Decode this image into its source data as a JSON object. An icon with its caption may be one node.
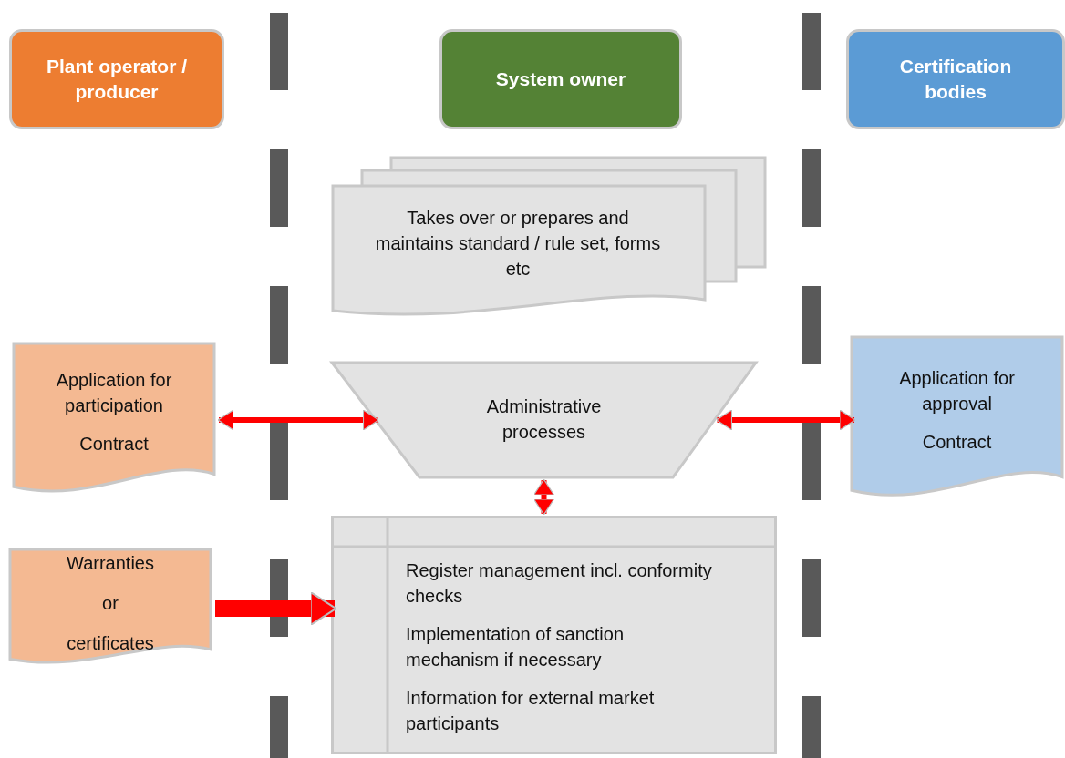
{
  "diagram": {
    "nodes": [
      {
        "text": [
          "Plant operator / producer"
        ]
      },
      {
        "text": [
          "System owner"
        ]
      },
      {
        "text": [
          "Certification bodies"
        ]
      },
      {
        "text": [
          "Takes over or prepares and maintains standard / rule set, forms etc"
        ]
      },
      {
        "text": [
          "Application for participation",
          "Contract"
        ]
      },
      {
        "text": [
          "Administrative processes"
        ]
      },
      {
        "text": [
          "Application for approval",
          "Contract"
        ]
      },
      {
        "text": [
          "Warranties or certificates"
        ]
      },
      {
        "text": [
          "Register management incl. conformity checks",
          "Implementation of sanction mechanism if necessary",
          "Information for external market participants"
        ]
      }
    ],
    "edges": [
      {
        "from": 4,
        "to": 5,
        "arrow": "both"
      },
      {
        "from": 5,
        "to": 6,
        "arrow": "both"
      },
      {
        "from": 5,
        "to": 8,
        "arrow": "both"
      },
      {
        "from": 7,
        "to": 8,
        "arrow": "to",
        "style": "thick"
      }
    ]
  }
}
